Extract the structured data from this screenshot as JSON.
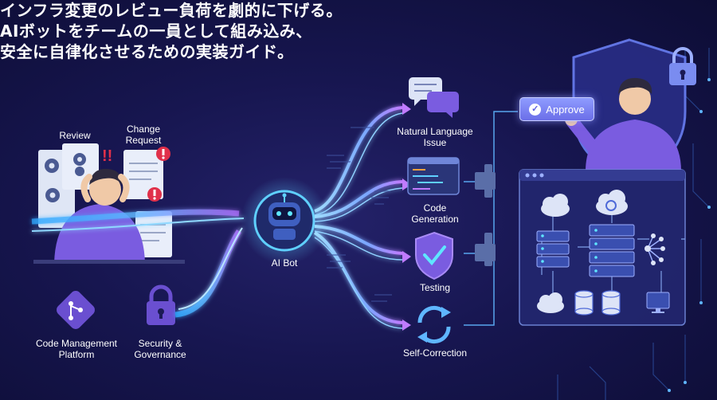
{
  "title": {
    "line1": "インフラ変更のレビュー負荷を劇的に下げる。",
    "line2": "AIボットをチームの一員として組み込み、",
    "line3": "安全に自律化させるための実装ガイド。"
  },
  "left": {
    "review_label": "Review",
    "change_request_label": "Change Request",
    "code_platform_label": "Code Management Platform",
    "security_label": "Security & Governance"
  },
  "center": {
    "bot_label": "AI Bot"
  },
  "steps": [
    {
      "label": "Natural Language Issue",
      "icon": "chat-bubbles-icon"
    },
    {
      "label": "Code Generation",
      "icon": "code-window-icon"
    },
    {
      "label": "Testing",
      "icon": "shield-check-icon"
    },
    {
      "label": "Self-Correction",
      "icon": "refresh-arrows-icon"
    }
  ],
  "right": {
    "approve_label": "Approve",
    "icons": [
      "shield-icon",
      "lock-icon",
      "cloud-icon",
      "server-icon",
      "database-icon",
      "monitor-icon",
      "network-icon"
    ]
  },
  "colors": {
    "background": "#171650",
    "accent_blue": "#4fb8ff",
    "accent_purple": "#8a63f0",
    "person": "#7a5ce0",
    "alert_red": "#e0304a"
  }
}
